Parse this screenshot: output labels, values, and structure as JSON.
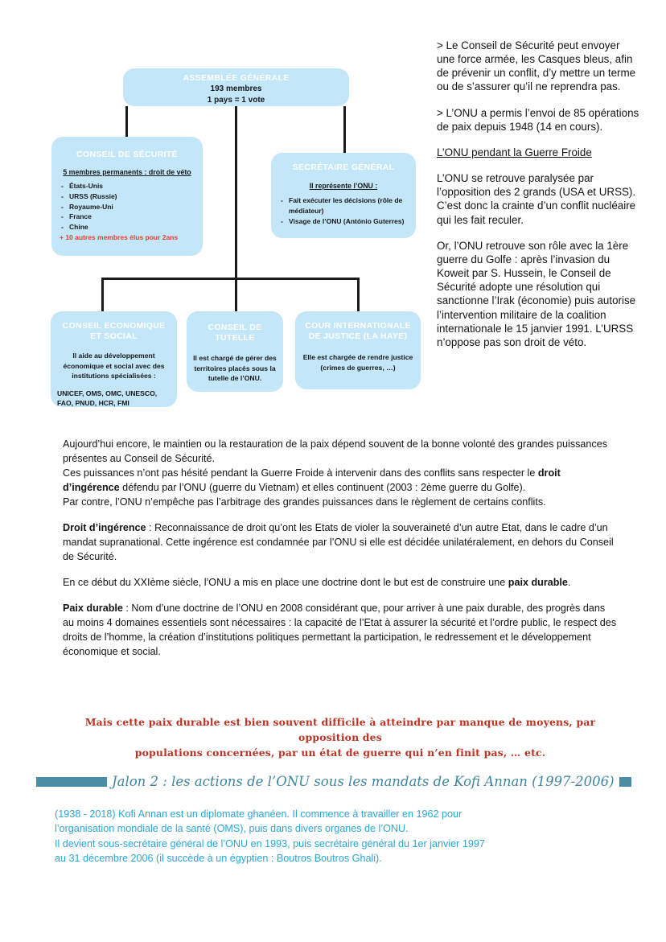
{
  "org_chart": {
    "assemblee": {
      "title": "ASSEMBLÉE GÉNÉRALE",
      "line1": "193 membres",
      "line2": "1 pays = 1 vote"
    },
    "conseil_securite": {
      "title": "CONSEIL DE SÉCURITÉ",
      "subtitle": "5 membres permanents : droit de véto",
      "members": [
        "États-Unis",
        "URSS (Russie)",
        "Royaume-Uni",
        "France",
        "Chine"
      ],
      "note": "+ 10 autres membres élus pour 2ans"
    },
    "secretaire_general": {
      "title": "SECRÉTAIRE GÉNÉRAL",
      "subtitle": "Il représente l’ONU :",
      "items": [
        "Fait exécuter les décisions (rôle de médiateur)",
        "Visage de l’ONU (António Guterres)"
      ]
    },
    "ecosoc": {
      "title": "CONSEIL ECONOMIQUE ET SOCIAL",
      "body": "Il aide au développement économique et social avec des institutions spécialisées :",
      "list": "UNICEF, OMS, OMC, UNESCO, FAO, PNUD, HCR, FMI"
    },
    "tutelle": {
      "title": "CONSEIL DE TUTELLE",
      "body": "Il est chargé de gérer des territoires placés sous la tutelle de l’ONU."
    },
    "cij": {
      "title": "COUR INTERNATIONALE DE JUSTICE (LA HAYE)",
      "body": "Elle est chargée de rendre justice (crimes de guerres, …)"
    },
    "colors": {
      "box_fill": "#c3e6f9",
      "connector": "#1b1b1b",
      "title_text": "#ffffff",
      "accent_red": "#d9452f"
    }
  },
  "right_column": {
    "para1": "> Le Conseil de Sécurité peut envoyer une force armée, les Casques bleus, afin de prévenir un conflit, d’y mettre un terme ou de s’assurer qu’il ne reprendra pas.",
    "para2": "> L’ONU a permis l’envoi de 85 opérations de paix depuis 1948 (14 en cours).",
    "heading": "L’ONU pendant la Guerre Froide",
    "para3": "L’ONU se retrouve paralysée par l’opposition des 2 grands (USA et URSS).",
    "para4": "C’est donc la crainte d’un conflit nucléaire qui les fait reculer.",
    "para5": "Or, l’ONU  retrouve son rôle avec la 1ère guerre du Golfe : après l’invasion du Koweit par S. Hussein, le Conseil de Sécurité adopte une résolution qui sanctionne l’Irak (économie) puis autorise l’intervention militaire de la coalition internationale le 15 janvier 1991. L’URSS n’oppose pas son droit de véto."
  },
  "body_text": {
    "p1_a": "Aujourd’hui encore, le maintien ou la restauration de la paix dépend souvent de la bonne volonté des grandes puissances présentes au Conseil de Sécurité.",
    "p1_b_pre": "Ces puissances n’ont pas hésité pendant la Guerre Froide à intervenir dans des conflits sans respecter le ",
    "p1_b_bold": "droit d’ingérence",
    "p1_b_post": " défendu par l’ONU (guerre du Vietnam) et elles continuent (2003 : 2ème guerre du Golfe).",
    "p1_c": "Par contre, l’ONU n’empêche pas l’arbitrage des grandes puissances dans le règlement de certains conflits.",
    "p2_bold": "Droit d’ingérence",
    "p2_rest": " : Reconnaissance de droit qu’ont les Etats de violer la souveraineté d’un autre Etat, dans le cadre d’un mandat supranational. Cette ingérence est condamnée par l’ONU si elle est décidée unilatéralement, en dehors du Conseil de Sécurité.",
    "p3_pre": "En ce début du XXIème siècle, l’ONU a mis en place une doctrine dont le but est de construire une ",
    "p3_bold": "paix durable",
    "p3_post": ".",
    "p4_bold": "Paix durable",
    "p4_rest": " : Nom d’une doctrine de l’ONU en 2008 considérant que, pour arriver à une paix durable, des progrès dans au moins 4 domaines essentiels sont nécessaires : la capacité de l’Etat à assurer la sécurité et l’ordre public, le respect des droits de l’homme, la création d’institutions politiques permettant la participation, le redressement et le développement économique et social."
  },
  "red_note": {
    "line1": "Mais cette paix durable est bien souvent difficile à atteindre par manque de moyens, par opposition des",
    "line2": "populations concernées, par un état de guerre qui n’en finit pas, … etc.",
    "color": "#bb3322"
  },
  "jalon": {
    "title": "Jalon 2 : les actions de l’ONU sous les mandats de Kofi Annan (1997-2006)",
    "bar_color": "#4a8da5",
    "title_color": "#3f85a0"
  },
  "kofi": {
    "line1": "(1938 - 2018) Kofi Annan est un diplomate ghanéen. Il commence à travailler en 1962 pour",
    "line2": "l’organisation mondiale de la santé (OMS), puis dans divers organes de l’ONU.",
    "line3": "Il devient sous-secrétaire général de l’ONU en 1993, puis secrétaire général du 1er janvier 1997",
    "line4": "au 31 décembre 2006 (il succède à un égyptien : Boutros Boutros Ghali).",
    "color": "#2ba6d8"
  }
}
